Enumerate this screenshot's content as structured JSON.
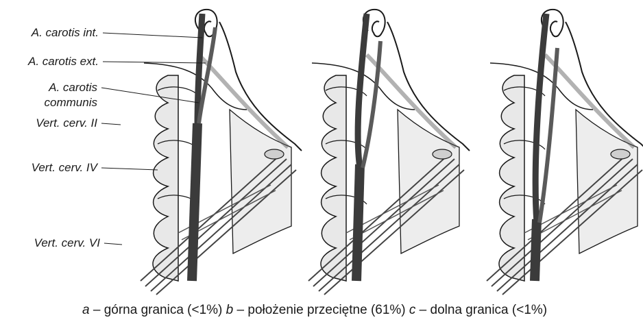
{
  "labels": {
    "carotis_int": "A. carotis int.",
    "carotis_ext": "A. carotis ext.",
    "carotis_comm_1": "A. carotis",
    "carotis_comm_2": "communis",
    "vert_ii": "Vert. cerv. II",
    "vert_iv": "Vert. cerv. IV",
    "vert_vi": "Vert. cerv. VI"
  },
  "caption": {
    "a_letter": "a",
    "a_text": " – górna granica (<1%) ",
    "b_letter": "b",
    "b_text": " – położenie przeciętne (61%) ",
    "c_letter": "c",
    "c_text": " – dolna granica (<1%)"
  },
  "panels": [
    "a",
    "b",
    "c"
  ],
  "bifurcation_level": {
    "a": "upper",
    "b": "middle",
    "c": "lower"
  },
  "colors": {
    "ink": "#1a1a1a",
    "tissue": "#d9d9d9",
    "artery": "#3b3b3b"
  }
}
